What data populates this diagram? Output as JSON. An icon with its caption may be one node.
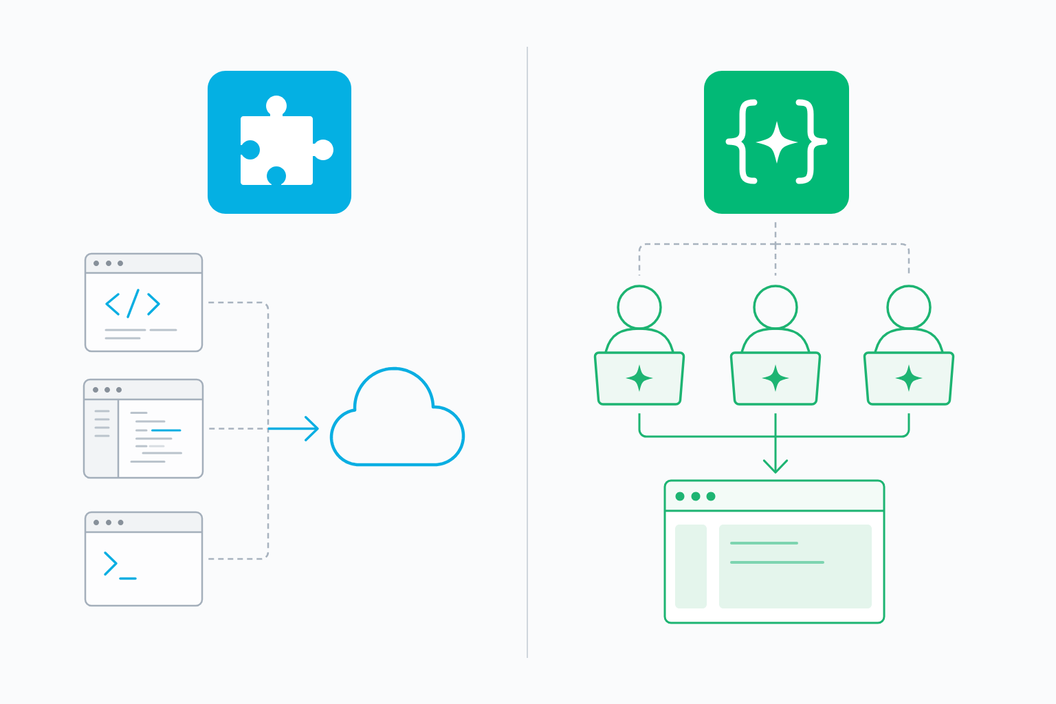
{
  "diagram": {
    "nodes": [
      {
        "text": [],
        "shape": "picture"
      },
      {
        "text": [],
        "shape": "picture"
      },
      {
        "text": [],
        "shape": "picture"
      },
      {
        "text": [],
        "shape": "picture"
      },
      {
        "text": [],
        "shape": "cloud"
      },
      {
        "text": [],
        "shape": "picture"
      },
      {
        "text": [],
        "shape": "person"
      },
      {
        "text": [],
        "shape": "person"
      },
      {
        "text": [],
        "shape": "person"
      },
      {
        "text": [],
        "shape": "picture"
      }
    ],
    "edges": [
      {
        "from": 1,
        "to": 4,
        "arrow": "to",
        "style": "dashed"
      },
      {
        "from": 2,
        "to": 4,
        "arrow": "to",
        "style": "dashed"
      },
      {
        "from": 3,
        "to": 4,
        "arrow": "to",
        "style": "dashed"
      },
      {
        "from": 5,
        "to": 6,
        "arrow": "none",
        "style": "dashed"
      },
      {
        "from": 5,
        "to": 7,
        "arrow": "none",
        "style": "dashed"
      },
      {
        "from": 5,
        "to": 8,
        "arrow": "none",
        "style": "dashed"
      },
      {
        "from": 6,
        "to": 9,
        "arrow": "to",
        "color": "#1db472"
      },
      {
        "from": 7,
        "to": 9,
        "arrow": "to",
        "color": "#1db472"
      },
      {
        "from": 8,
        "to": 9,
        "arrow": "to",
        "color": "#1db472"
      }
    ]
  }
}
